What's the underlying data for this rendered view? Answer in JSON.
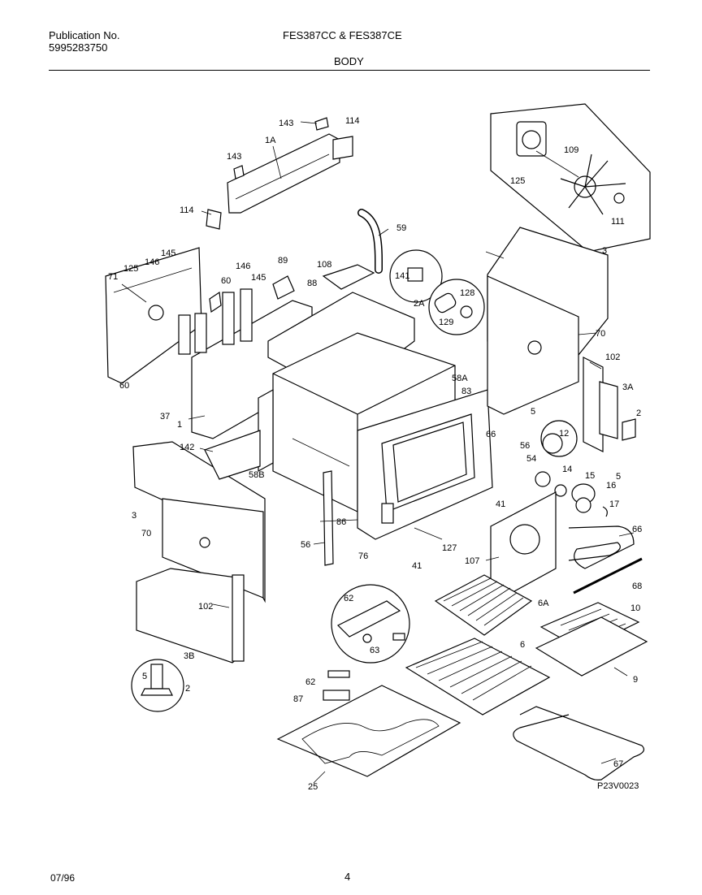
{
  "header": {
    "publication_label": "Publication No.",
    "publication_number": "5995283750",
    "models": "FES387CC & FES387CE",
    "section": "BODY"
  },
  "footer": {
    "date": "07/96",
    "page": "4"
  },
  "drawing_code": "P23V0023",
  "callouts": [
    "143",
    "114",
    "1A",
    "143",
    "114",
    "59",
    "145",
    "71",
    "125",
    "146",
    "146",
    "145",
    "60",
    "89",
    "108",
    "88",
    "141",
    "2A",
    "128",
    "129",
    "3",
    "109",
    "125",
    "111",
    "70",
    "102",
    "3A",
    "2",
    "60",
    "58A",
    "83",
    "37",
    "1",
    "5",
    "142",
    "12",
    "56",
    "66",
    "58B",
    "54",
    "14",
    "15",
    "5",
    "16",
    "17",
    "3",
    "70",
    "86",
    "41",
    "56",
    "127",
    "76",
    "41",
    "66",
    "107",
    "68",
    "102",
    "62",
    "6A",
    "10",
    "3B",
    "63",
    "6",
    "9",
    "5",
    "2",
    "62",
    "87",
    "67",
    "25"
  ]
}
